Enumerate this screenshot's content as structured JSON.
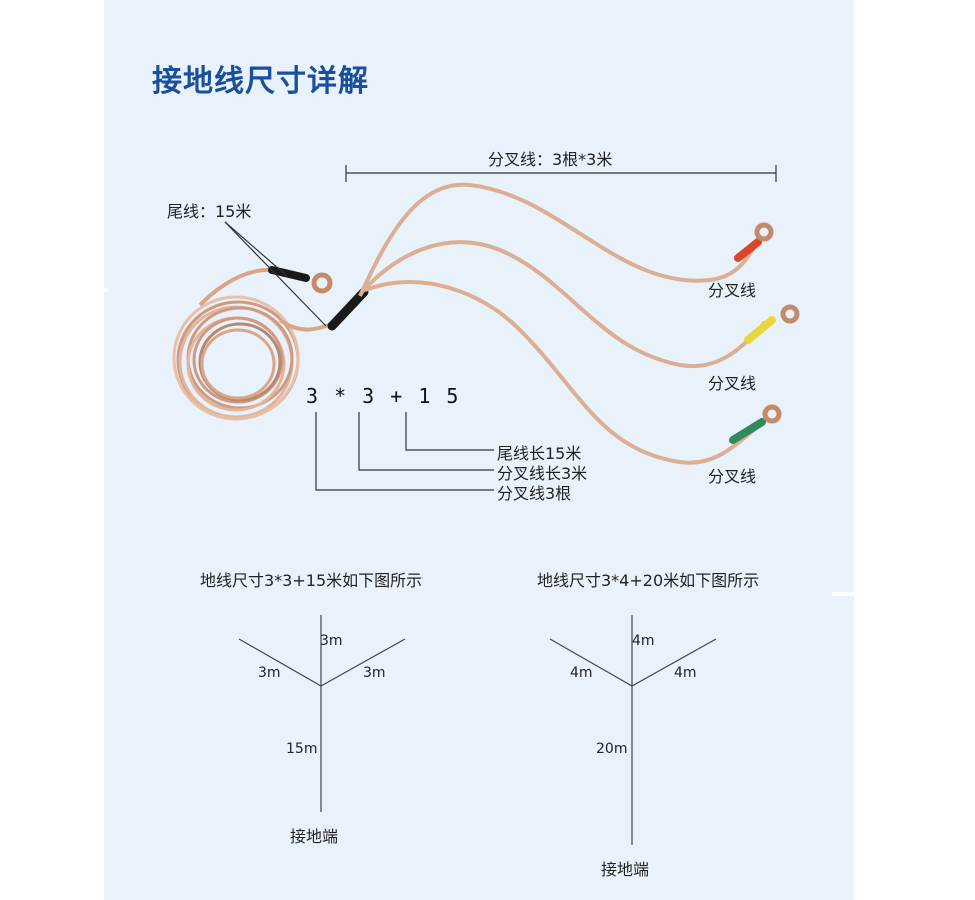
{
  "title": "接地线尺寸详解",
  "product": {
    "branch_dimension": "分叉线：3根*3米",
    "tail_dimension": "尾线：15米",
    "branch_labels": [
      "分叉线",
      "分叉线",
      "分叉线"
    ],
    "formula": "3 * 3 + 1 5",
    "legend": [
      "尾线长15米",
      "分叉线长3米",
      "分叉线3根"
    ],
    "wire_colors": {
      "copper": "#d9a68a",
      "tip_red": "#d9472b",
      "tip_yellow": "#e8d63a",
      "tip_green": "#2f8a5c",
      "sleeve": "#1a1a1a"
    }
  },
  "diagrams": [
    {
      "caption": "地线尺寸3*3+15米如下图所示",
      "left_label": "3m",
      "top_label": "3m",
      "right_label": "3m",
      "stem_label": "15m",
      "base_label": "接地端"
    },
    {
      "caption": "地线尺寸3*4+20米如下图所示",
      "left_label": "4m",
      "top_label": "4m",
      "right_label": "4m",
      "stem_label": "20m",
      "base_label": "接地端"
    }
  ]
}
